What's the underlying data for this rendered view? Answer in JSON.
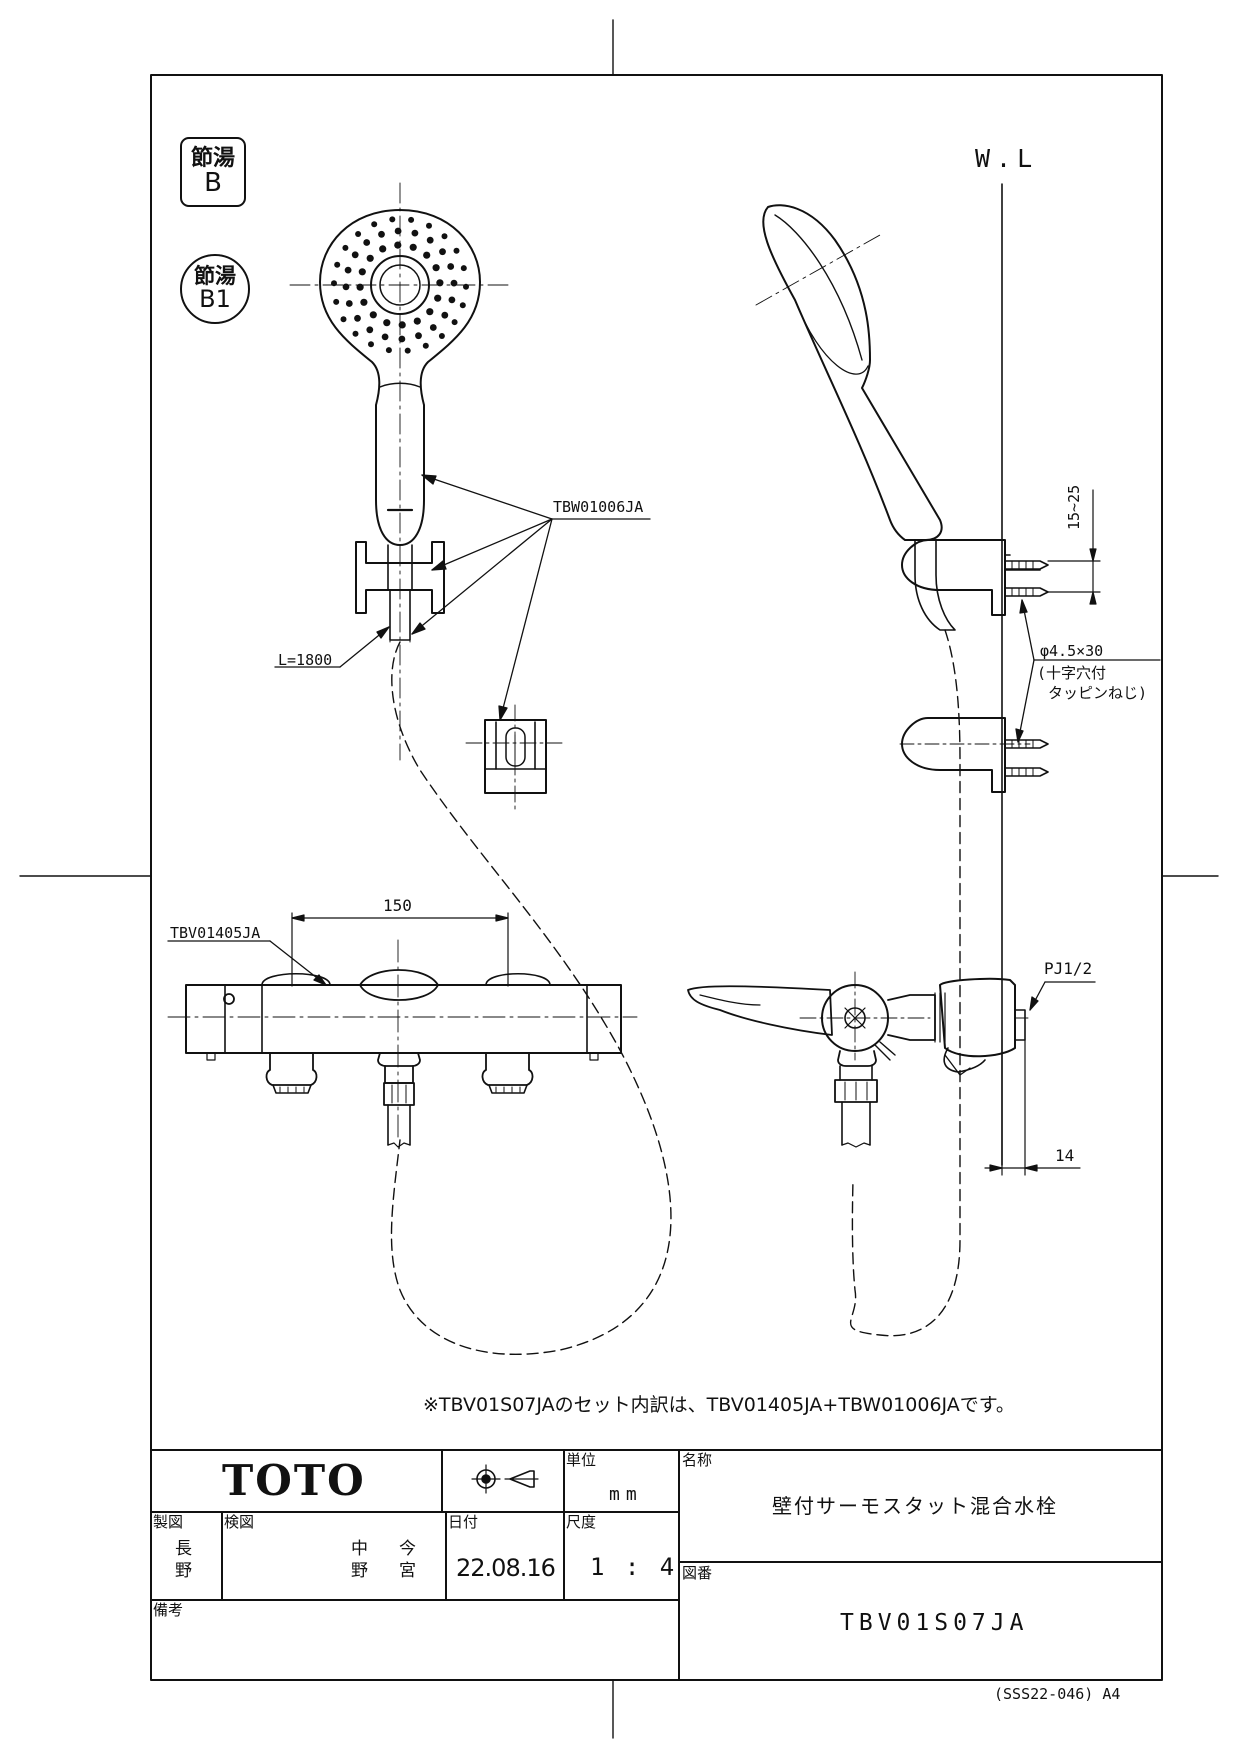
{
  "badges": {
    "b": {
      "line1": "節湯",
      "line2": "B"
    },
    "b1": {
      "line1": "節湯",
      "line2": "B1"
    }
  },
  "labels": {
    "water_level": "W.L",
    "shower_set_part": "TBW01006JA",
    "hose_length": "L=1800",
    "faucet_part": "TBV01405JA",
    "spacing_dim": "150",
    "mount_dim": "15~25",
    "screw_spec": "φ4.5×30",
    "screw_desc_1": "(十字穴付",
    "screw_desc_2": "タッピンねじ)",
    "pipe_thread": "PJ1/2",
    "offset_dim": "14"
  },
  "note": "※TBV01S07JAのセット内訳は、TBV01405JA+TBW01006JAです。",
  "title_block": {
    "logo": "TOTO",
    "unit_label": "単位",
    "unit_value": "mm",
    "name_label": "名称",
    "name_value": "壁付サーモスタット混合水栓",
    "drawn_label": "製図",
    "drawn_by_1": "長",
    "drawn_by_2": "野",
    "checked_label": "検図",
    "checked_by_a1": "中",
    "checked_by_a2": "野",
    "checked_by_b1": "今",
    "checked_by_b2": "宮",
    "date_label": "日付",
    "date_value": "22.08.16",
    "scale_label": "尺度",
    "scale_value": "1 : 4",
    "drawing_no_label": "図番",
    "drawing_no_value": "TBV01S07JA",
    "remarks_label": "備考"
  },
  "footer": "(SSS22-046) A4"
}
